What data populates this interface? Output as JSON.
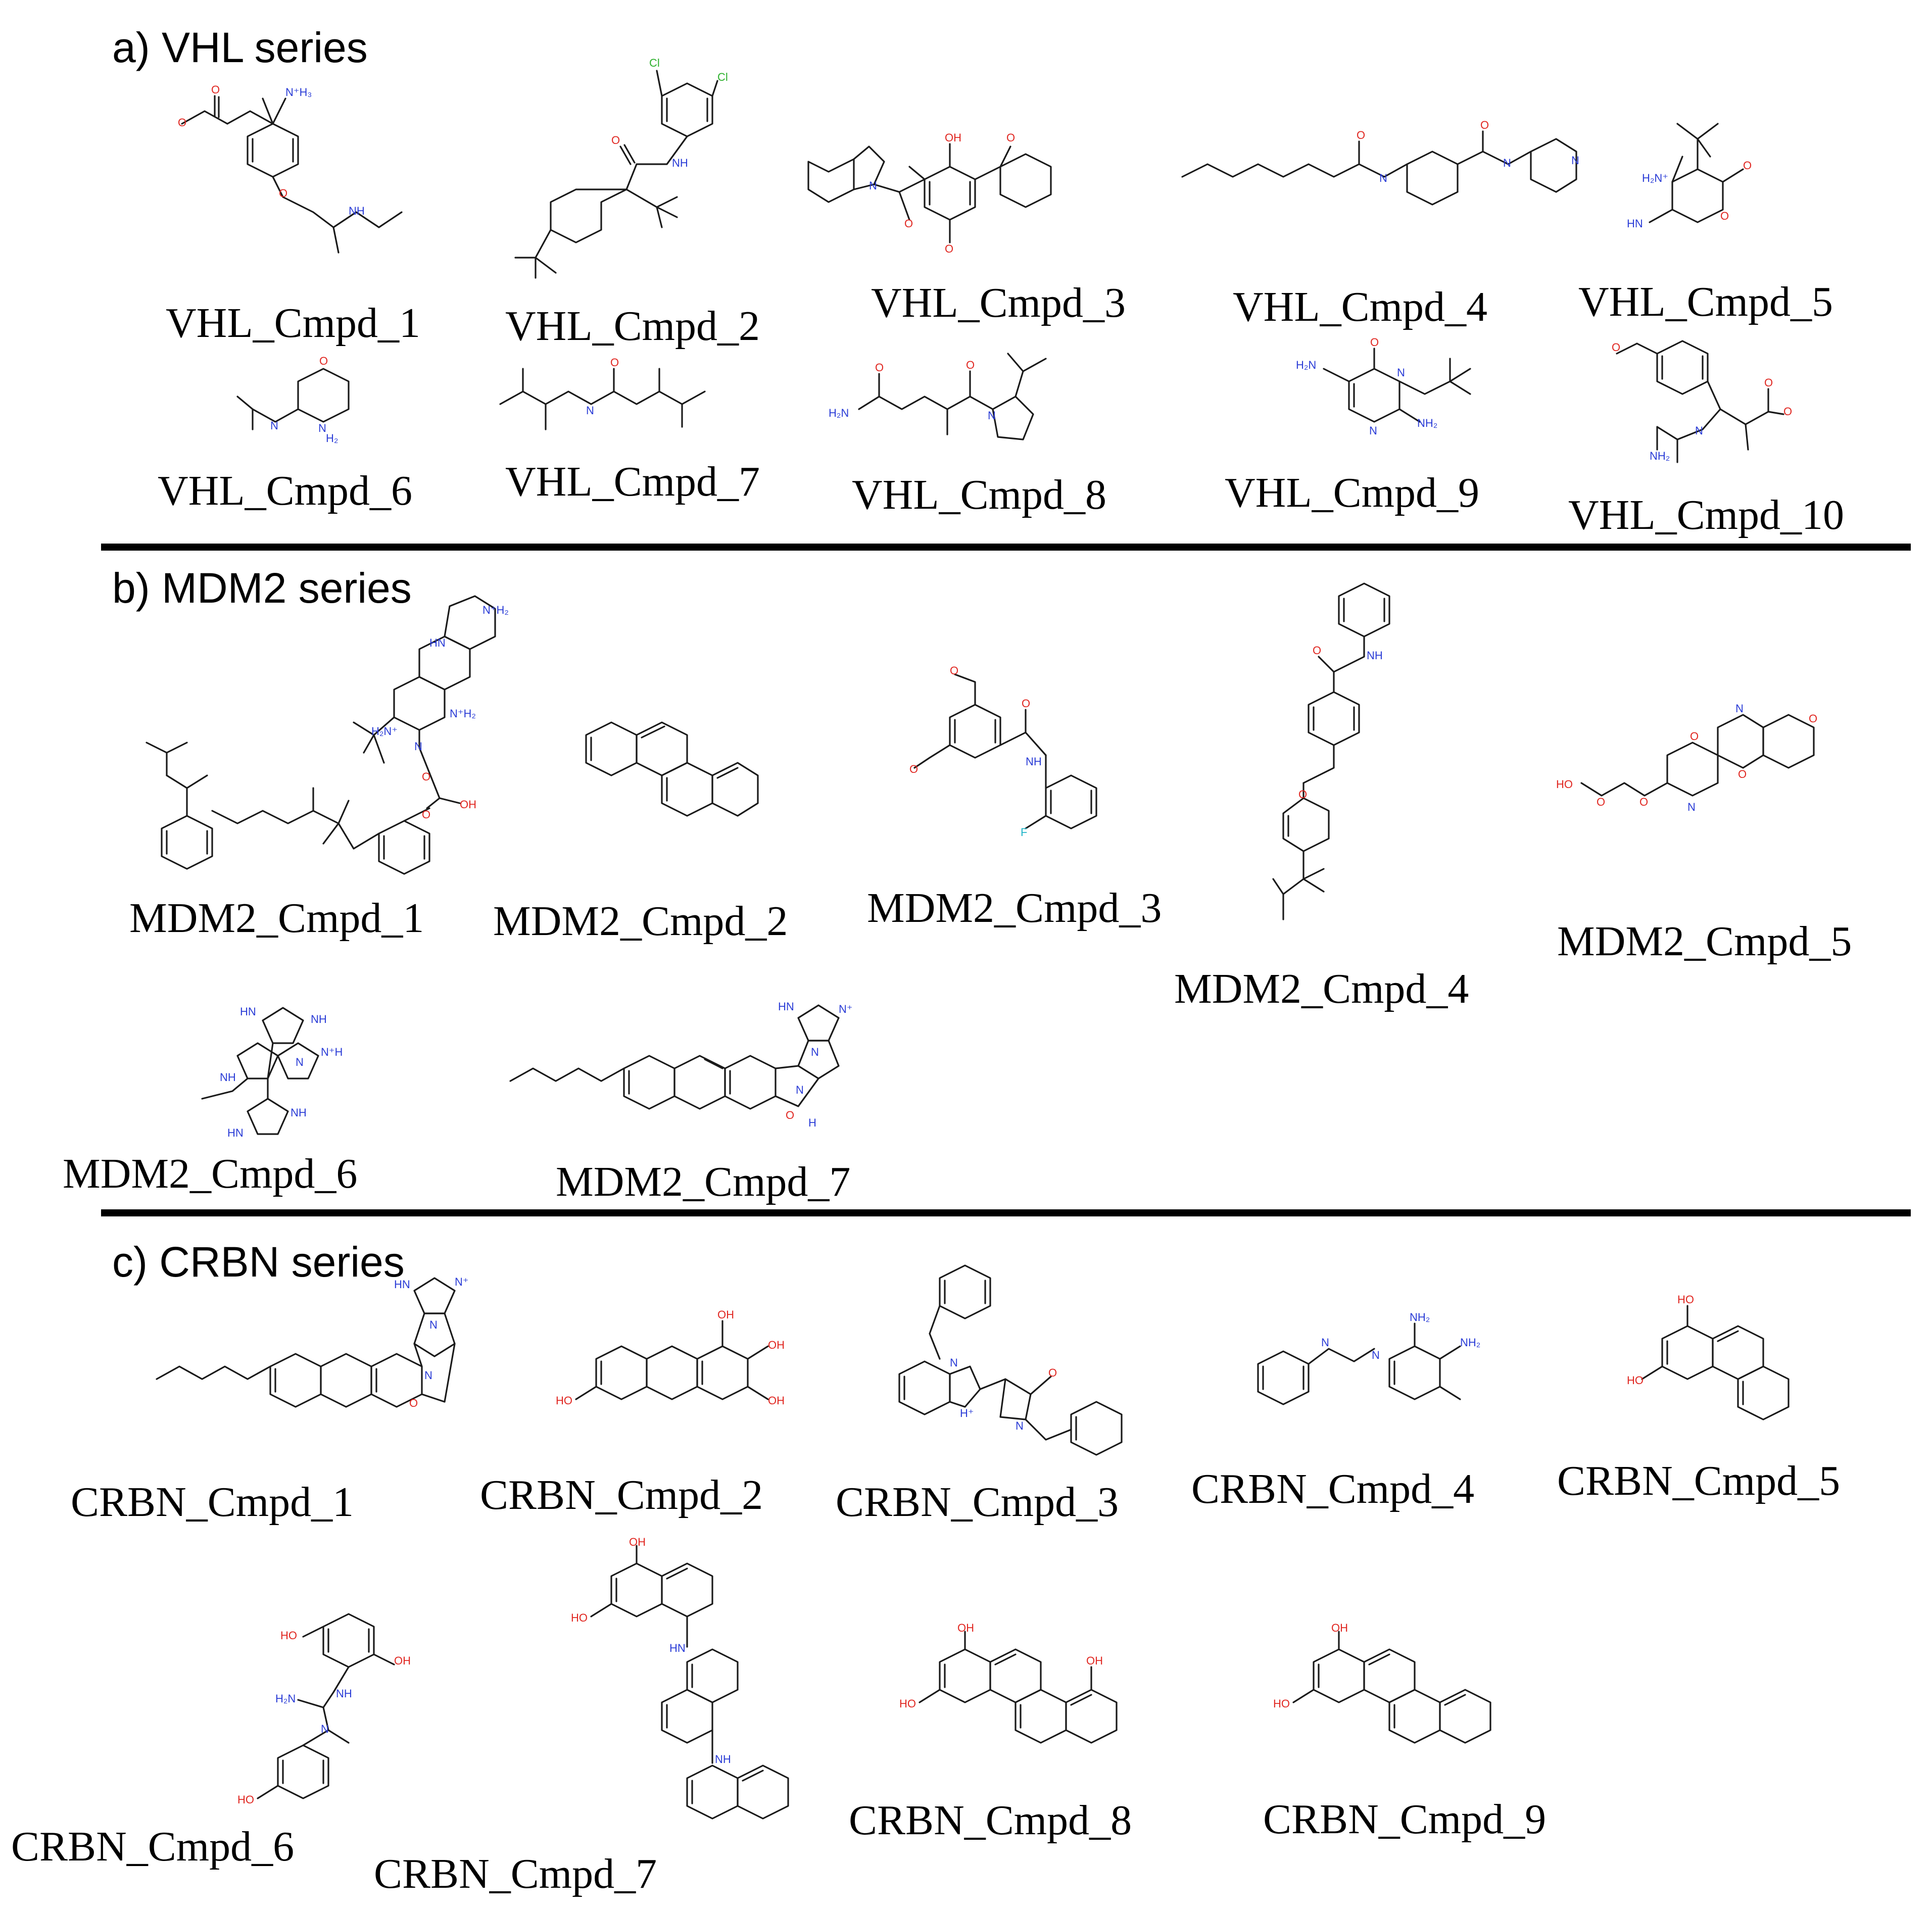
{
  "sections": [
    {
      "heading": "a)  VHL series",
      "compounds": [
        "VHL_Cmpd_1",
        "VHL_Cmpd_2",
        "VHL_Cmpd_3",
        "VHL_Cmpd_4",
        "VHL_Cmpd_5",
        "VHL_Cmpd_6",
        "VHL_Cmpd_7",
        "VHL_Cmpd_8",
        "VHL_Cmpd_9",
        "VHL_Cmpd_10"
      ]
    },
    {
      "heading": "b)  MDM2 series",
      "compounds": [
        "MDM2_Cmpd_1",
        "MDM2_Cmpd_2",
        "MDM2_Cmpd_3",
        "MDM2_Cmpd_4",
        "MDM2_Cmpd_5",
        "MDM2_Cmpd_6",
        "MDM2_Cmpd_7"
      ]
    },
    {
      "heading": "c)  CRBN series",
      "compounds": [
        "CRBN_Cmpd_1",
        "CRBN_Cmpd_2",
        "CRBN_Cmpd_3",
        "CRBN_Cmpd_4",
        "CRBN_Cmpd_5",
        "CRBN_Cmpd_6",
        "CRBN_Cmpd_7",
        "CRBN_Cmpd_8",
        "CRBN_Cmpd_9"
      ]
    }
  ],
  "atom_colors": {
    "nitrogen": "#2a3cd6",
    "oxygen": "#e0251f",
    "chlorine": "#2bb02b",
    "fluorine": "#22b5c8",
    "bond": "#1a1a1a"
  },
  "atom_labels": {
    "vhl1": {
      "n1": "N⁺H₃",
      "o1": "O",
      "o2": "O",
      "o3": "O",
      "n2": "NH"
    },
    "vhl2": {
      "cl1": "Cl",
      "cl2": "Cl",
      "o1": "O",
      "n1": "NH"
    },
    "vhl3": {
      "o1": "OH",
      "o2": "O",
      "o3": "O",
      "o4": "O",
      "n1": "N"
    },
    "vhl4": {
      "o1": "O",
      "o2": "O",
      "n1": "N",
      "n2": "N",
      "n3": "N"
    },
    "vhl5": {
      "n1": "H₂N⁺",
      "n2": "HN",
      "o1": "O",
      "o2": "O"
    },
    "vhl6": {
      "o1": "O",
      "n1": "N",
      "n2": "N",
      "n3": "H₂"
    },
    "vhl7": {
      "o1": "O",
      "n1": "N"
    },
    "vhl8": {
      "o1": "O",
      "o2": "O",
      "n1": "H₂N",
      "n2": "N"
    },
    "vhl9": {
      "o1": "O",
      "n1": "H₂N",
      "n2": "N",
      "n3": "N",
      "n4": "NH₂"
    },
    "vhl10": {
      "o1": "O",
      "o2": "O",
      "o3": "O",
      "n1": "N",
      "n2": "NH₂"
    },
    "mdm1": {
      "n1": "N⁺H₂",
      "n2": "HN",
      "n3": "N⁺H₂",
      "n4": "H₂N⁺",
      "n5": "N",
      "o1": "O",
      "o2": "O",
      "o3": "OH"
    },
    "mdm3": {
      "o1": "O",
      "o2": "O",
      "o3": "O",
      "n1": "NH",
      "f1": "F"
    },
    "mdm4": {
      "o1": "O",
      "n1": "NH",
      "o2": "O"
    },
    "mdm5": {
      "n1": "N",
      "n2": "N",
      "o1": "O",
      "o2": "O",
      "o3": "O",
      "o4": "HO",
      "o5": "O",
      "o6": "O"
    },
    "mdm6": {
      "n1": "HN",
      "n2": "NH",
      "n3": "N",
      "n4": "N⁺H",
      "n5": "NH",
      "n6": "HN",
      "n7": "NH"
    },
    "mdm7": {
      "n1": "HN",
      "n2": "N⁺",
      "n3": "N",
      "n4": "N",
      "o1": "O",
      "n5": "H"
    },
    "crbn1": {
      "n1": "HN",
      "n2": "N⁺",
      "n3": "N",
      "n4": "N",
      "o1": "O"
    },
    "crbn2": {
      "o1": "OH",
      "o2": "OH",
      "o3": "OH",
      "o4": "HO"
    },
    "crbn3": {
      "n1": "N",
      "n2": "N",
      "o1": "O",
      "n3": "H⁺"
    },
    "crbn4": {
      "n1": "N",
      "n2": "N",
      "n3": "NH₂",
      "n4": "NH₂"
    },
    "crbn5": {
      "o1": "HO",
      "o2": "HO"
    },
    "crbn6": {
      "o1": "HO",
      "o2": "OH",
      "n1": "H₂N",
      "n2": "NH",
      "n3": "N",
      "o3": "HO"
    },
    "crbn7": {
      "o1": "OH",
      "o2": "HO",
      "n1": "HN",
      "n2": "NH"
    },
    "crbn8": {
      "o1": "OH",
      "o2": "HO",
      "o3": "OH"
    },
    "crbn9": {
      "o1": "OH",
      "o2": "HO"
    }
  }
}
